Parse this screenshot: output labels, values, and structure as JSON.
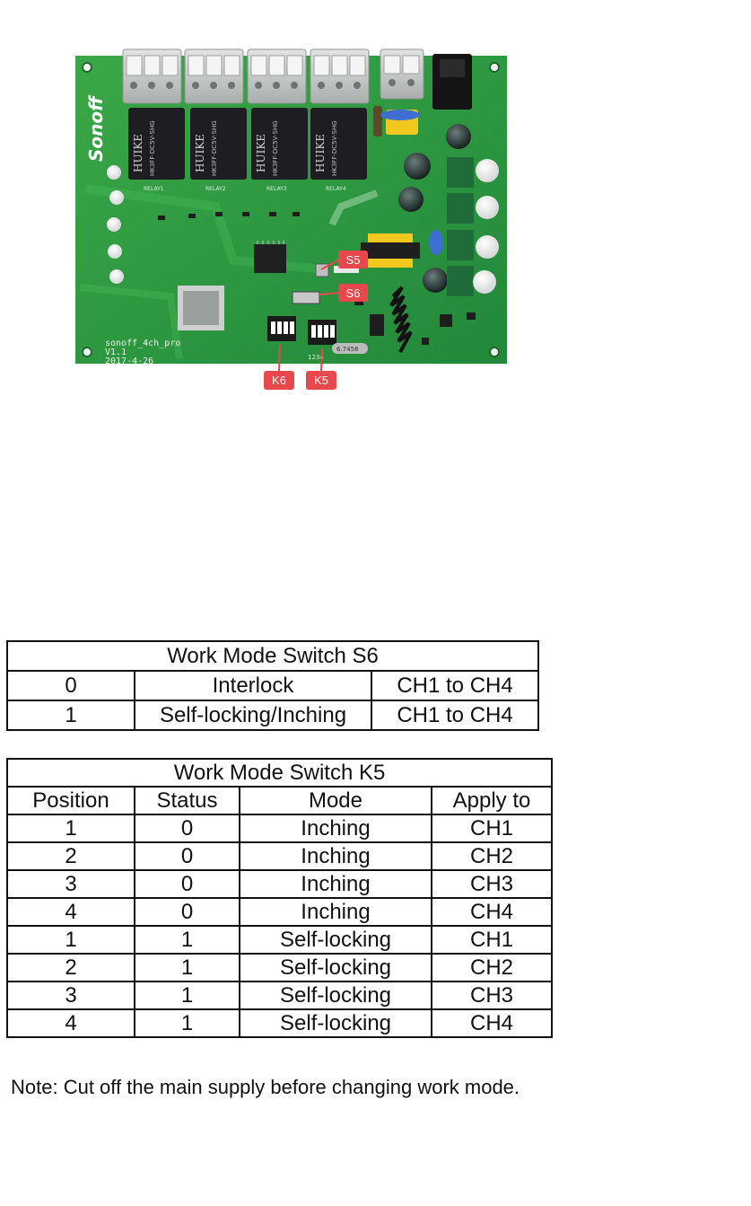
{
  "board": {
    "brand_mark": "Sonoff",
    "model_label": "sonoff_4ch_pro",
    "version_label": "V1.1",
    "date_label": "2017-4-26",
    "relay_brand": "HUIKE",
    "relay_model": "HK3FF-DC5V-SHG",
    "relay_names": [
      "RELAY1",
      "RELAY2",
      "RELAY3",
      "RELAY4"
    ],
    "crystal_label": "6.7458",
    "dip_numbers": "1234",
    "callouts": [
      "S5",
      "S6",
      "K6",
      "K5"
    ]
  },
  "s6_table": {
    "title": "Work Mode Switch S6",
    "rows": [
      [
        "0",
        "Interlock",
        "CH1 to CH4"
      ],
      [
        "1",
        "Self-locking/Inching",
        "CH1 to CH4"
      ]
    ]
  },
  "k5_table": {
    "title": "Work Mode Switch K5",
    "headers": [
      "Position",
      "Status",
      "Mode",
      "Apply to"
    ],
    "rows": [
      [
        "1",
        "0",
        "Inching",
        "CH1"
      ],
      [
        "2",
        "0",
        "Inching",
        "CH2"
      ],
      [
        "3",
        "0",
        "Inching",
        "CH3"
      ],
      [
        "4",
        "0",
        "Inching",
        "CH4"
      ],
      [
        "1",
        "1",
        "Self-locking",
        "CH1"
      ],
      [
        "2",
        "1",
        "Self-locking",
        "CH2"
      ],
      [
        "3",
        "1",
        "Self-locking",
        "CH3"
      ],
      [
        "4",
        "1",
        "Self-locking",
        "CH4"
      ]
    ]
  },
  "note": "Note: Cut off the main supply before changing work mode.",
  "colors": {
    "pcb_green": "#2e9a3e",
    "callout_red": "#e8484b",
    "terminal_gray": "#c9cccb",
    "relay_black": "#1e1e22"
  }
}
